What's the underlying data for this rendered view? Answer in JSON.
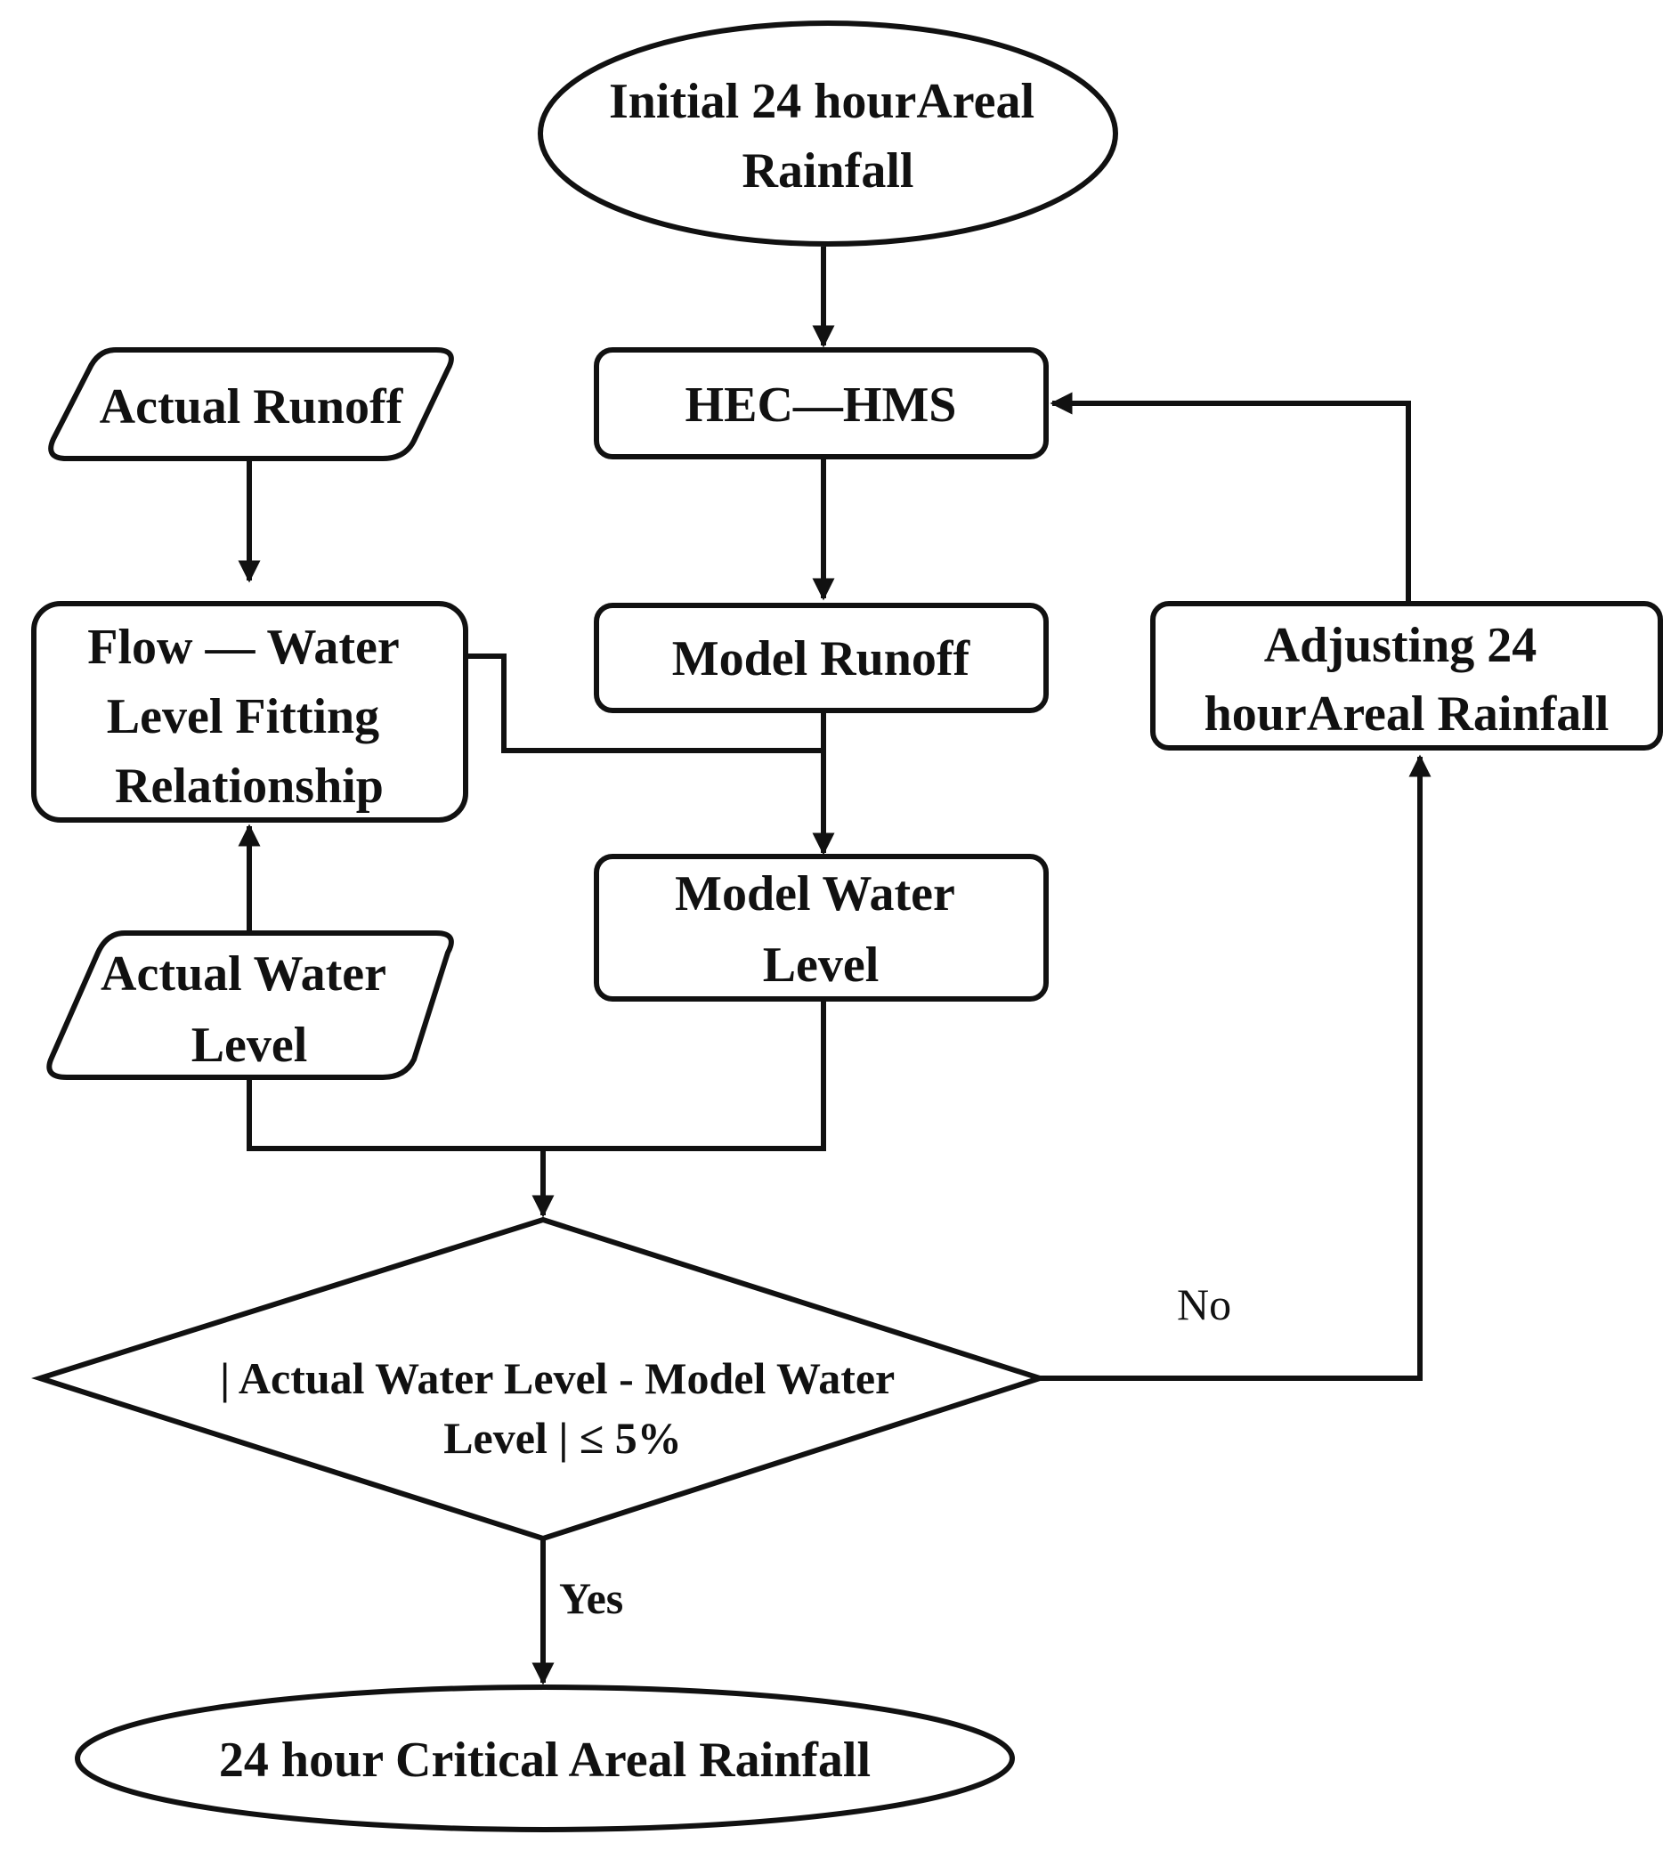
{
  "nodes": {
    "start": {
      "lines": [
        "Initial 24 hourAreal",
        "Rainfall"
      ]
    },
    "hec_hms": {
      "lines": [
        "HEC—HMS"
      ]
    },
    "model_runoff": {
      "lines": [
        "Model Runoff"
      ]
    },
    "model_water_level": {
      "lines": [
        "Model Water",
        "Level"
      ]
    },
    "actual_runoff": {
      "lines": [
        "Actual Runoff"
      ]
    },
    "fitting": {
      "lines": [
        "Flow — Water",
        "Level Fitting",
        "Relationship"
      ]
    },
    "actual_water_level": {
      "lines": [
        "Actual Water",
        "Level"
      ]
    },
    "adjusting": {
      "lines": [
        "Adjusting 24",
        "hourAreal Rainfall"
      ]
    },
    "decision": {
      "lines": [
        "| Actual Water Level - Model Water",
        "Level | ≤ 5%"
      ]
    },
    "end": {
      "lines": [
        "24 hour Critical Areal Rainfall"
      ]
    }
  },
  "edge_labels": {
    "no": "No",
    "yes": "Yes"
  },
  "colors": {
    "stroke": "#111111",
    "fill": "#ffffff",
    "text": "#111111"
  }
}
